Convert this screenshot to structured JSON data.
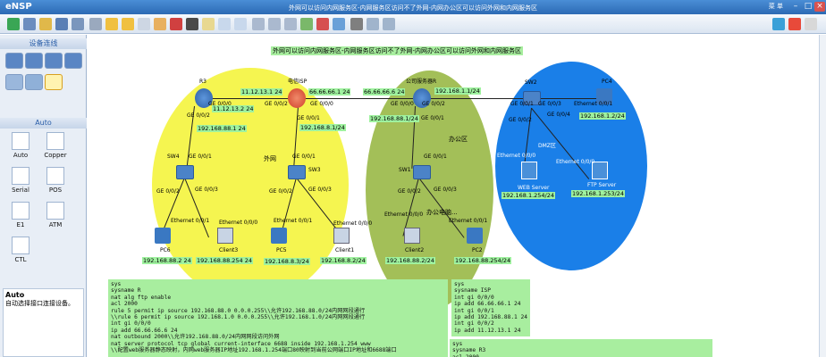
{
  "app": {
    "logo": "eNSP",
    "title": "外网可以访问内网服务区-内网服务区访问不了外网-内网办公区可以访问外网和内网服务区",
    "menu": "菜 单"
  },
  "left": {
    "section1": "设备连线",
    "section2": "Auto",
    "cables": [
      "Auto",
      "Copper",
      "Serial",
      "POS",
      "E1",
      "ATM",
      "CTL"
    ],
    "help_title": "Auto",
    "help_text": "自动选择接口连接设备。"
  },
  "banner": "外网可以访问内网服务区-内网服务区访问不了外网-内网办公区可以访问外网和内网服务区",
  "areas": {
    "isp": "电信ISP",
    "server_r": "公司服务器R",
    "inner": "外网",
    "office": "办公区",
    "dmz": "DMZ区",
    "office_pc": "办公电脑..."
  },
  "devices": {
    "r3": "R3",
    "sw4": "SW4",
    "sw3": "SW3",
    "sw1": "SW1",
    "sw2": "SW2",
    "pc4": "PC4",
    "pc6": "PC6",
    "pc5": "PC5",
    "client3": "Client3",
    "client1": "Client1",
    "client2": "Client2",
    "pc2": "PC2",
    "web": "WEB Server",
    "ftp": "FTP Server"
  },
  "ports": {
    "r3_g000": "GE 0/0/0",
    "r3_g002": "GE 0/0/2",
    "isp_g002": "GE 0/0/2",
    "isp_g001": "GE 0/0/1",
    "isp_g000": "GE 0/0/0",
    "sr_g000": "GE 0/0/0",
    "sr_g002": "GE 0/0/2",
    "sr_g001": "GE 0/0/1",
    "sw4_g001": "GE 0/0/1",
    "sw4_g002": "GE 0/0/2",
    "sw4_g003": "GE 0/0/3",
    "sw3_g001": "GE 0/0/1",
    "sw3_g002": "GE 0/0/2",
    "sw3_g003": "GE 0/0/3",
    "sw1_g001": "GE 0/0/1",
    "sw1_g002": "GE 0/0/2",
    "sw1_g003": "GE 0/0/3",
    "sw2_g001": "GE 0/0/1",
    "sw2_g002": "GE 0/0/2",
    "sw2_g003": "GE 0/0/3",
    "sw2_g004": "GE 0/0/4",
    "pc4_e": "Ethernet 0/0/1",
    "pc6_e": "Ethernet 0/0/1",
    "c3_e": "Ethernet 0/0/0",
    "pc5_e": "Ethernet 0/0/1",
    "c1_e": "Ethernet 0/0/0",
    "c2_e": "Ethernet 0/0/0",
    "pc2_e": "Ethernet 0/0/1",
    "web_e": "Ethernet 0/0/0",
    "ftp_e": "Ethernet 0/0/0"
  },
  "ips": {
    "r3_up": "11.12.13.2 24",
    "isp_l": "11.12.13.1 24",
    "isp_r": "66.66.66.1 24",
    "sr_l": "66.66.66.6 24",
    "sr_r": "192.168.1.1/24",
    "r3_down": "192.168.88.1 24",
    "isp_down": "192.168.8.1/24",
    "sr_down": "192.168.88.1/24",
    "pc4": "192.168.1.2/24",
    "web": "192.168.1.254/24",
    "ftp": "192.168.1.253/24",
    "pc6": "192.168.88.2 24",
    "c3": "192.168.88.254 24",
    "pc5": "192.168.8.3/24",
    "c1": "192.168.8.2/24",
    "c2": "192.168.88.2/24",
    "pc2": "192.168.88.254/24"
  },
  "cfg1": "sys\nsysname R\nnat alg ftp enable\nacl 2000\nrule 5 permit ip source 192.168.88.0 0.0.0.255\\\\允许192.168.88.0/24内网网段通行\n\\\\rule 6 permit ip source 192.168.1.0 0.0.0.255\\\\允许192.168.1.0/24内网网段通行\nint gi 0/0/0\nip add 66.66.66.6 24\nnat outbound 2000\\\\允许192.168.88.0/24内网网段访问外网\nnat server protocol tcp global current-interface 6688 inside 192.168.1.254 www\n\\\\配置web服务器静态映射，内网web服务器IP地址192.168.1.254端口80映射到当前公网端口IP地址和6688端口",
  "cfg2": "sys\nsysname ISP\nint gi 0/0/0\nip add 66.66.66.1 24\nint gi 0/0/1\nip add 192.168.88.1 24\nint gi 0/0/2\nip add 11.12.13.1 24",
  "cfg3": "sys\nsysname R3\nacl 2000"
}
